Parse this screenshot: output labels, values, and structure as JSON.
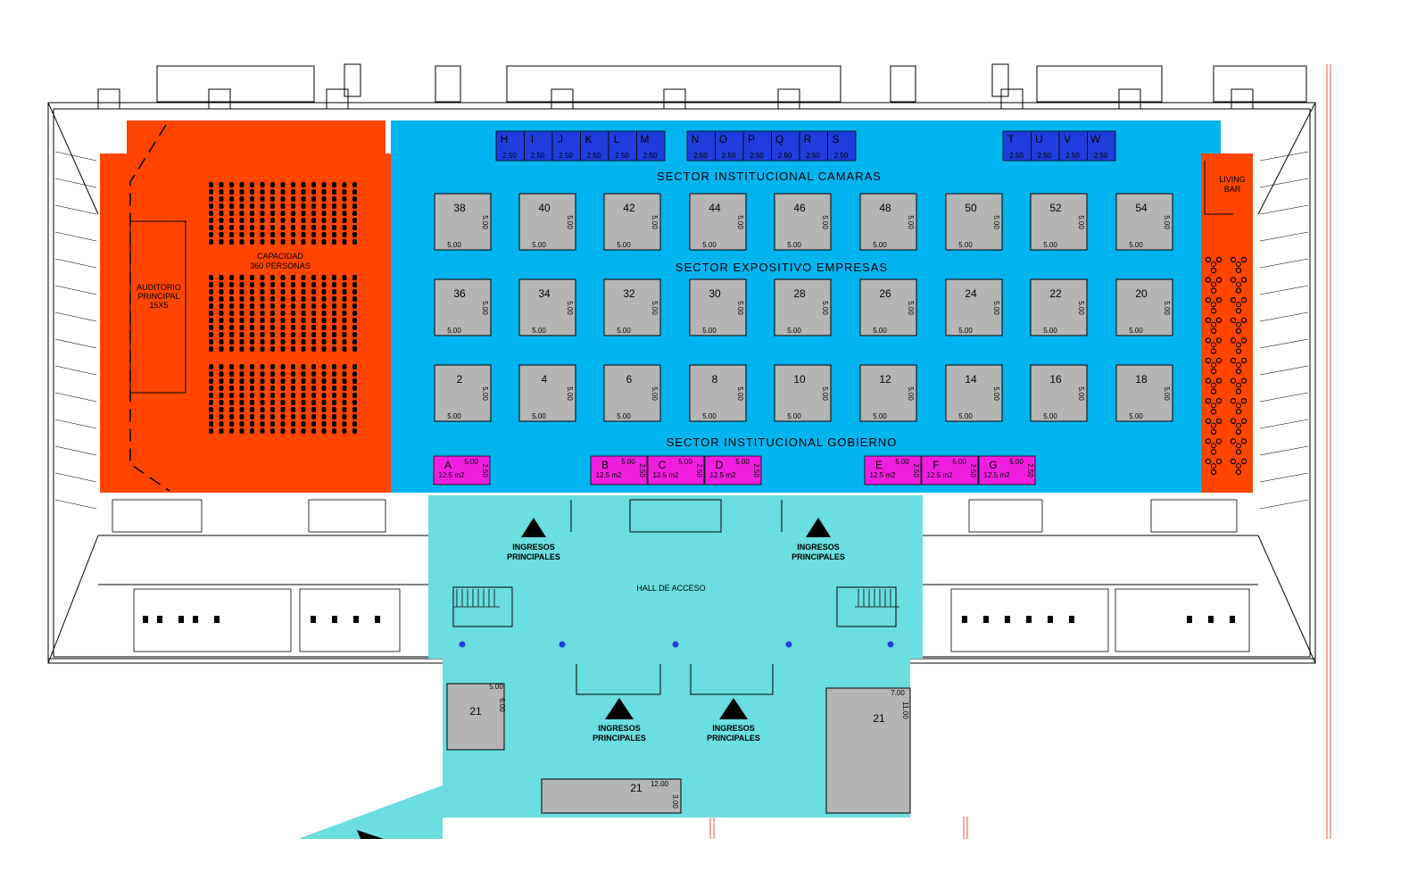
{
  "colors": {
    "auditorium": "#ff4500",
    "expo_hall": "#00b4f0",
    "hall": "#6bdedf",
    "booth_grey": "#b5b5b5",
    "camara_blue": "#1f3ddc",
    "gobierno_magenta": "#f01fe0",
    "wall_red": "#ef6d6d"
  },
  "labels": {
    "sector_camaras": "SECTOR  INSTITUCIONAL  CAMARAS",
    "sector_empresas": "SECTOR  EXPOSITIVO  EMPRESAS",
    "sector_gobierno": "SECTOR  INSTITUCIONAL  GOBIERNO",
    "capacidad_1": "CAPACIDAD",
    "capacidad_2": "360  PERSONAS",
    "auditorio_1": "AUDITORIO",
    "auditorio_2": "PRINCIPAL",
    "auditorio_3": "15X5",
    "living_1": "LIVING",
    "living_2": "BAR",
    "hall_acceso": "HALL DE ACCESO",
    "ingresos_1": "INGRESOS",
    "ingresos_2": "PRINCIPALES"
  },
  "booth_dim": "5.00",
  "expo_rows": [
    [
      "38",
      "40",
      "42",
      "44",
      "46",
      "48",
      "50",
      "52",
      "54"
    ],
    [
      "36",
      "34",
      "32",
      "30",
      "28",
      "26",
      "24",
      "22",
      "20"
    ],
    [
      "2",
      "4",
      "6",
      "8",
      "10",
      "12",
      "14",
      "16",
      "18"
    ]
  ],
  "camara_booths": {
    "group1": [
      "H",
      "I",
      "J",
      "K",
      "L",
      "M"
    ],
    "group2": [
      "N",
      "O",
      "P",
      "Q",
      "R",
      "S"
    ],
    "group3": [
      "T",
      "U",
      "V",
      "W"
    ],
    "dim": "2.50"
  },
  "gobierno_booths": [
    {
      "letter": "A",
      "area": "12.5 m2",
      "w": "5.00",
      "d": "2.50"
    },
    {
      "letter": "B",
      "area": "12.5 m2",
      "w": "5.00",
      "d": "2.50"
    },
    {
      "letter": "C",
      "area": "12.5 m2",
      "w": "5.00",
      "d": "2.50"
    },
    {
      "letter": "D",
      "area": "12.5 m2",
      "w": "5.00",
      "d": "2.50"
    },
    {
      "letter": "E",
      "area": "12.5 m2",
      "w": "5.00",
      "d": "2.50"
    },
    {
      "letter": "F",
      "area": "12.5 m2",
      "w": "5.00",
      "d": "2.50"
    },
    {
      "letter": "G",
      "area": "12.5 m2",
      "w": "5.00",
      "d": "2.50"
    }
  ],
  "outdoor_booths": [
    {
      "num": "21",
      "w": "5.00",
      "d": "6.00"
    },
    {
      "num": "21",
      "w": "7.00",
      "d": "11.00"
    },
    {
      "num": "21",
      "w": "12.00",
      "d": "3.00"
    }
  ]
}
